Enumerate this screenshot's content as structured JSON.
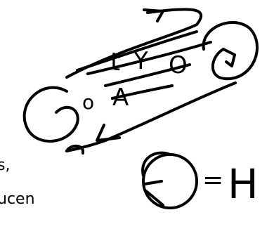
{
  "labels": {
    "t": "t",
    "y": "Y",
    "o_top": "O",
    "small_o": "o",
    "a": "A",
    "left_fragment": "s,",
    "bottom_fragment": "ucen",
    "equation_lhs_symbol": "circle-with-inner-strokes-glyph",
    "equals": "=",
    "equation_rhs": "H"
  }
}
